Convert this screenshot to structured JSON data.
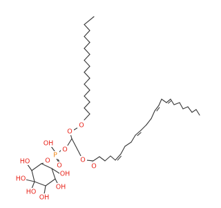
{
  "molecule": {
    "labels": {
      "O": "O",
      "OH": "OH",
      "HO": "HO",
      "P": "P"
    },
    "colors": {
      "bond": "#3a3a3a",
      "oxygen": "#e8251c",
      "phosphorus": "#f08a1d",
      "background": "#ffffff"
    }
  }
}
